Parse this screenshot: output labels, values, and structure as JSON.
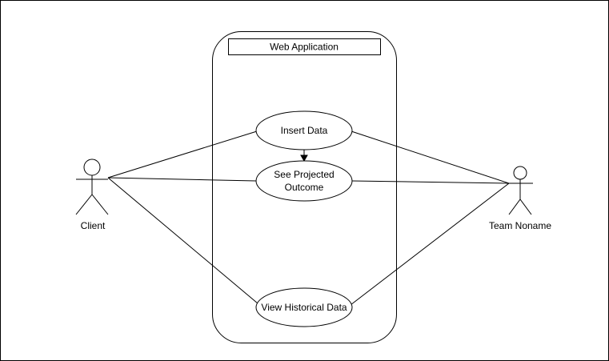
{
  "diagram": {
    "system": {
      "title": "Web Application"
    },
    "actors": {
      "client": {
        "label": "Client"
      },
      "team": {
        "label": "Team Noname"
      }
    },
    "use_cases": {
      "insert_data": {
        "label": "Insert Data"
      },
      "see_projected_outcome": {
        "line1": "See Projected",
        "line2": "Outcome"
      },
      "view_historical_data": {
        "label": "View Historical Data"
      }
    },
    "colors": {
      "stroke": "#000000",
      "fill": "#ffffff",
      "frame": "#000000"
    }
  }
}
